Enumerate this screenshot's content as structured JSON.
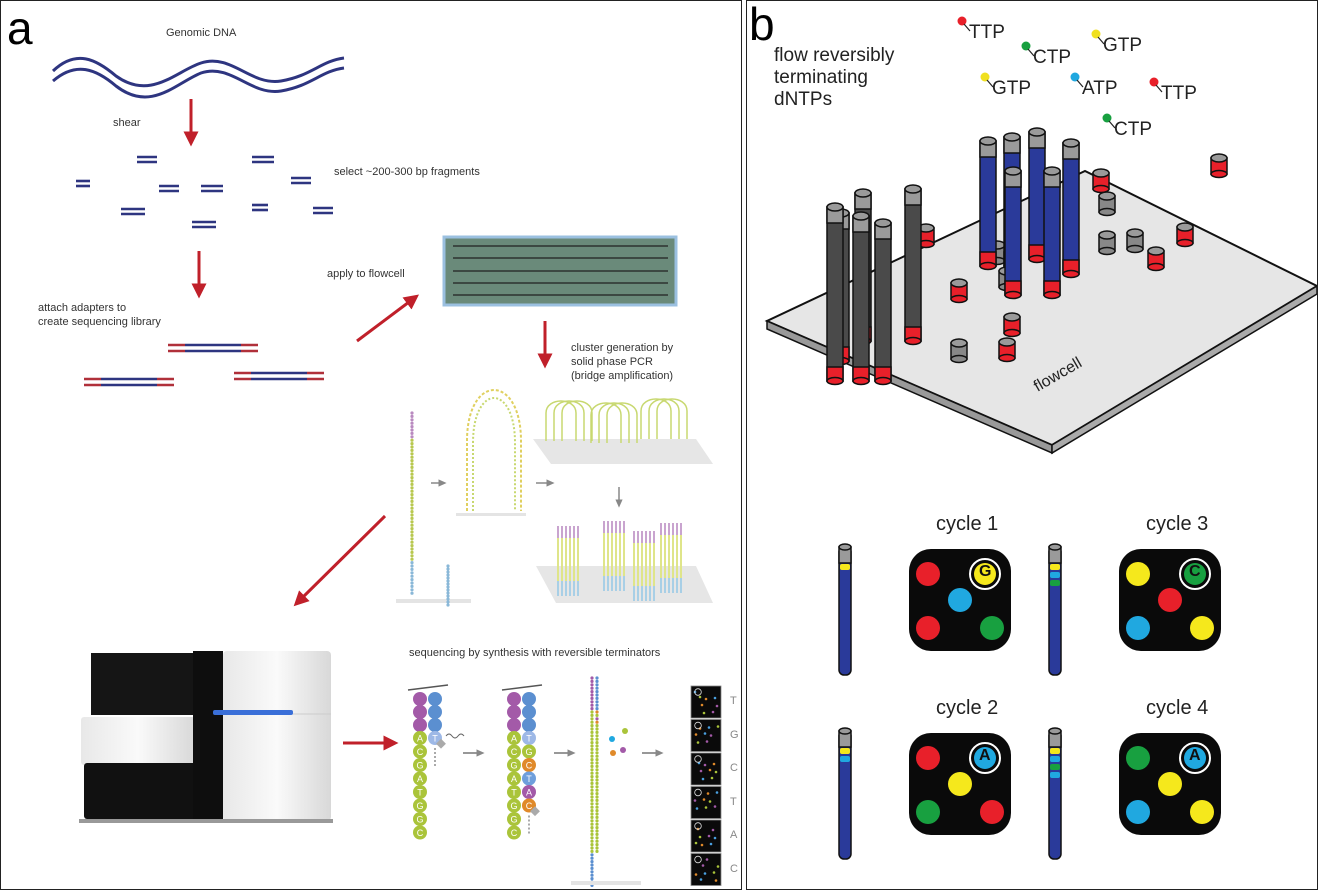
{
  "panel_a": {
    "label": "a",
    "genomic_dna": "Genomic DNA",
    "shear": "shear",
    "select": "select ~200-300 bp fragments",
    "attach": "attach adapters to\ncreate sequencing library",
    "apply": "apply to flowcell",
    "cluster": "cluster generation by\nsolid phase PCR\n(bridge amplification)",
    "sbs": "sequencing by synthesis with reversible terminators",
    "template_bases": [
      "A",
      "C",
      "G",
      "A",
      "T",
      "G",
      "G",
      "C"
    ],
    "synth_step1": [
      "T"
    ],
    "synth_step2": [
      "T",
      "G",
      "C",
      "T",
      "A",
      "C"
    ],
    "read_calls": [
      "T",
      "G",
      "C",
      "T",
      "A",
      "C"
    ],
    "colors": {
      "dna": "#2e3580",
      "adapter": "#b0303a",
      "arrow": "#c0202a",
      "flowcell": "#5f7f70",
      "flowcell_border": "#8fb3d9"
    }
  },
  "panel_b": {
    "label": "b",
    "heading": "flow reversibly\nterminating\ndNTPs",
    "flowcell_label": "flowcell",
    "nucleotides": [
      {
        "name": "TTP",
        "color": "#e8202a"
      },
      {
        "name": "CTP",
        "color": "#18a040"
      },
      {
        "name": "GTP",
        "color": "#f0e020"
      },
      {
        "name": "GTP",
        "color": "#f0e020"
      },
      {
        "name": "ATP",
        "color": "#20a8e0"
      },
      {
        "name": "TTP",
        "color": "#e8202a"
      },
      {
        "name": "CTP",
        "color": "#18a040"
      }
    ],
    "cycles": [
      {
        "label": "cycle 1",
        "called": "G",
        "called_color": "#f5e81c",
        "strand_bands": [
          "#f5e81c"
        ],
        "spots": [
          "#e8202a",
          "#20a8e0",
          "#e8202a",
          "#18a040"
        ]
      },
      {
        "label": "cycle 2",
        "called": "A",
        "called_color": "#20a8e0",
        "strand_bands": [
          "#f5e81c",
          "#20a8e0"
        ],
        "spots": [
          "#e8202a",
          "#f5e81c",
          "#18a040",
          "#e8202a"
        ]
      },
      {
        "label": "cycle 3",
        "called": "C",
        "called_color": "#18a040",
        "strand_bands": [
          "#f5e81c",
          "#20a8e0",
          "#18a040"
        ],
        "spots": [
          "#f5e81c",
          "#e8202a",
          "#20a8e0",
          "#f5e81c"
        ]
      },
      {
        "label": "cycle 4",
        "called": "A",
        "called_color": "#20a8e0",
        "strand_bands": [
          "#f5e81c",
          "#20a8e0",
          "#18a040",
          "#20a8e0"
        ],
        "spots": [
          "#18a040",
          "#f5e81c",
          "#20a8e0",
          "#f5e81c"
        ]
      }
    ]
  }
}
